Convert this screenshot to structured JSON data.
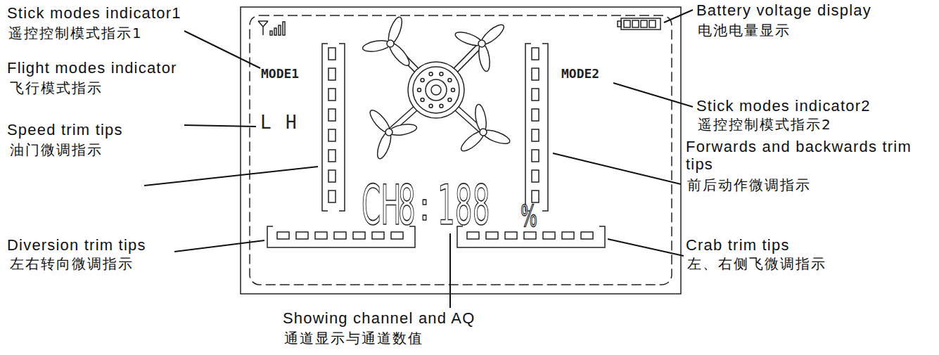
{
  "diagram": {
    "labels": [
      "Stick modes indicator1",
      "遥控控制模式指示1",
      "Flight modes indicator",
      "飞行模式指示",
      "Speed trim tips",
      "油门微调指示",
      "Diversion trim tips",
      "左右转向微调指示",
      "Battery voltage display",
      "电池电量显示",
      "Stick modes indicator2",
      "遥控控制模式指示2",
      "Forwards and backwards trim tips",
      "前后动作微调指示",
      "Crab trim tips",
      "左、右侧飞微调指示",
      "Showing channel and AQ",
      "通道显示与通道数值",
      "MODE1",
      "MODE2",
      "L",
      "H",
      "CH",
      "8",
      ":",
      "188",
      "%"
    ]
  }
}
